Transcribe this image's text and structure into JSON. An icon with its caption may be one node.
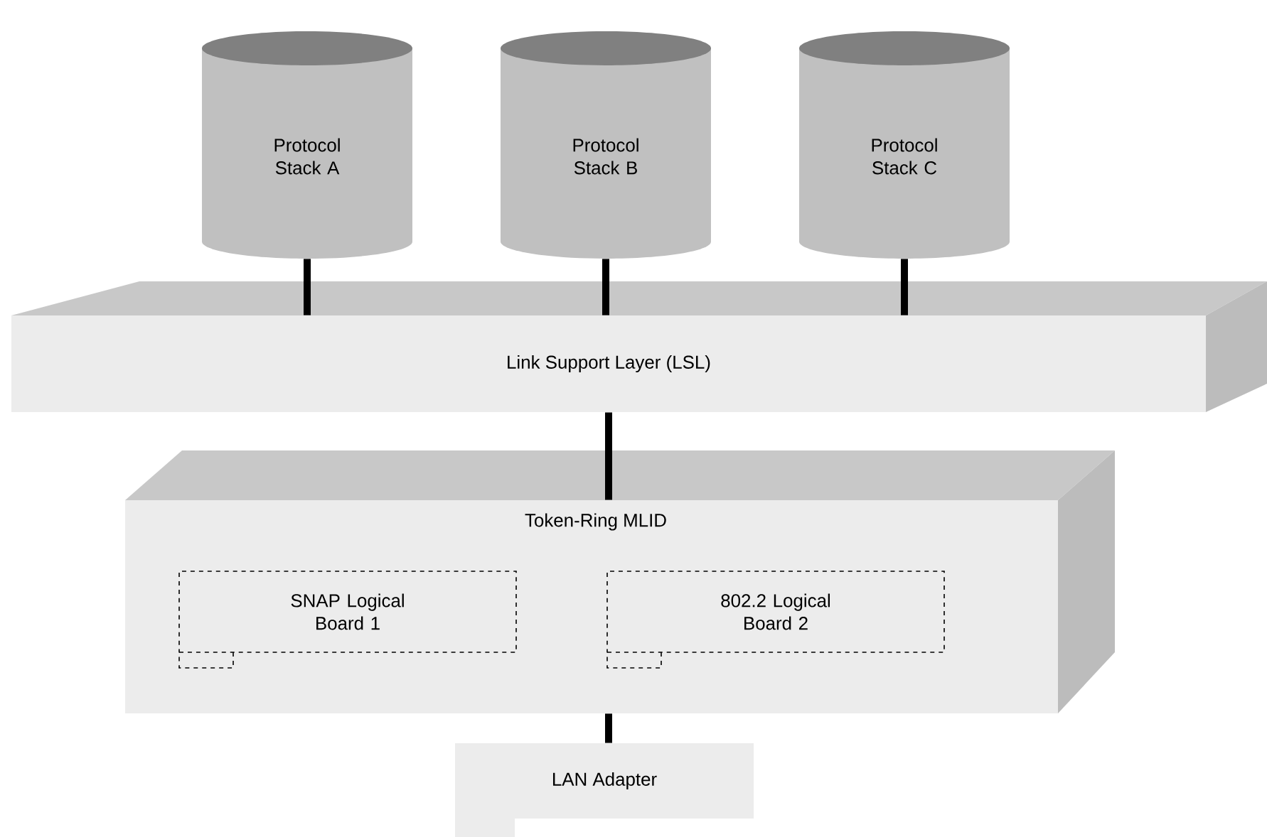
{
  "diagram": {
    "nodes": [
      {
        "text": [
          "Protocol Stack A"
        ]
      },
      {
        "text": [
          "Protocol Stack B"
        ]
      },
      {
        "text": [
          "Protocol Stack C"
        ]
      },
      {
        "text": [
          "Link Support Layer (LSL)"
        ]
      },
      {
        "text": [
          "Token-Ring MLID"
        ]
      },
      {
        "text": [
          "SNAP Logical Board 1"
        ],
        "in": 4
      },
      {
        "text": [
          "802.2 Logical Board 2"
        ],
        "in": 4
      },
      {
        "text": [
          "LAN Adapter"
        ]
      }
    ],
    "edges": [
      {
        "from": 0,
        "to": 3,
        "arrow": "none"
      },
      {
        "from": 1,
        "to": 3,
        "arrow": "none"
      },
      {
        "from": 2,
        "to": 3,
        "arrow": "none"
      },
      {
        "from": 3,
        "to": 4,
        "arrow": "none"
      },
      {
        "from": 4,
        "to": 7,
        "arrow": "none"
      }
    ]
  }
}
